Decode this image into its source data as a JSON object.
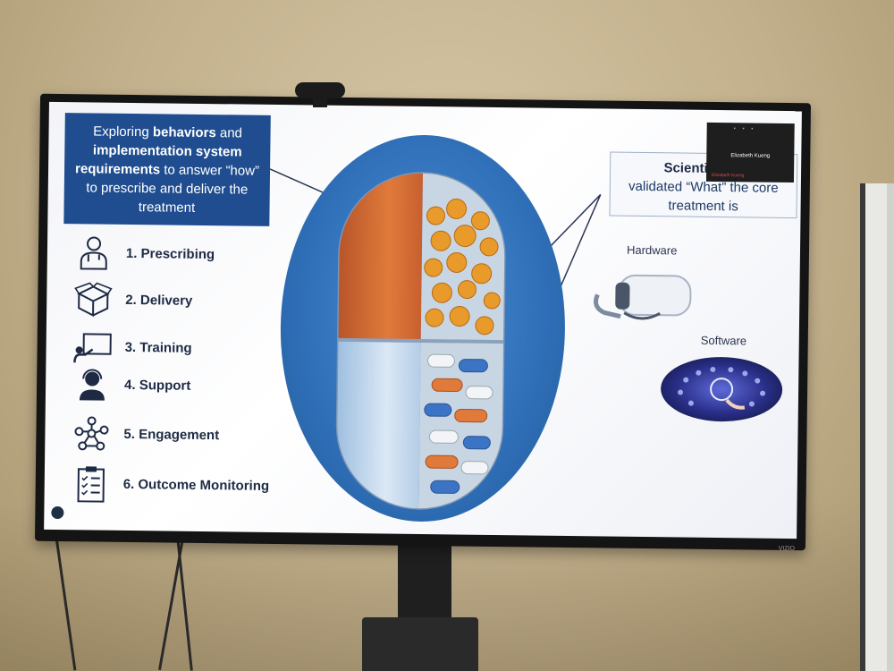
{
  "slide": {
    "intro_parts": [
      {
        "text": "Exploring ",
        "bold": false
      },
      {
        "text": "behaviors",
        "bold": true
      },
      {
        "text": " and ",
        "bold": false
      },
      {
        "text": "implementation system requirements",
        "bold": true
      },
      {
        "text": " to answer “how” to prescribe and deliver the treatment",
        "bold": false
      }
    ],
    "items": [
      {
        "label": "1. Prescribing",
        "icon": "doctor-icon"
      },
      {
        "label": "2. Delivery",
        "icon": "box-icon"
      },
      {
        "label": "3. Training",
        "icon": "presentation-icon"
      },
      {
        "label": "4. Support",
        "icon": "headset-icon"
      },
      {
        "label": "5. Engagement",
        "icon": "network-icon"
      },
      {
        "label": "6. Outcome Monitoring",
        "icon": "clipboard-checklist-icon"
      }
    ],
    "callout": {
      "line1": "Scientific Ev",
      "line2": "validated “What” the core",
      "line3": "treatment is"
    },
    "hardware_label": "Hardware",
    "software_label": "Software"
  },
  "zoom_overlay": {
    "participant_name": "Elizabeth Kueng",
    "participant_sub": "Elizabeth Kueng"
  },
  "tv": {
    "brand": "VIZIO"
  },
  "colors": {
    "slide_box_blue": "#1f4d8f",
    "oval_blue": "#2f6fb8",
    "pill_orange": "#d9672e",
    "pill_light_blue": "#cfe0f2",
    "text_dark": "#1e2a44"
  }
}
